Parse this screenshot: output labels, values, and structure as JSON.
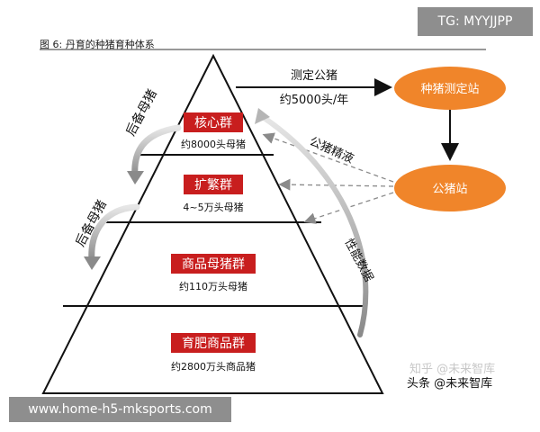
{
  "header": {
    "figure_title": "图 6: 丹育的种猪育种体系",
    "badge": "TG: MYYJJPP"
  },
  "pyramid": {
    "tiers": [
      {
        "name": "核心群",
        "desc": "约8000头母猪"
      },
      {
        "name": "扩繁群",
        "desc": "4~5万头母猪"
      },
      {
        "name": "商品母猪群",
        "desc": "约110万头母猪"
      },
      {
        "name": "育肥商品群",
        "desc": "约2800万头商品猪"
      }
    ],
    "left_labels": [
      "后备母猪",
      "后备母猪"
    ]
  },
  "nodes": {
    "station": "种猪测定站",
    "boar_station": "公猪站"
  },
  "annotations": {
    "test_boar_line1": "测定公猪",
    "test_boar_line2": "约5000头/年",
    "semen": "公猪精液",
    "performance": "性能数据"
  },
  "watermarks": {
    "zhihu": "知乎 @未来智库",
    "toutiao": "头条 @未来智库"
  },
  "footer": {
    "url": "www.home-h5-mksports.com"
  },
  "colors": {
    "tier_label_bg": "#c81e1e",
    "node_fill": "#f0852a",
    "arrow_gray": "#8a8a8a"
  }
}
